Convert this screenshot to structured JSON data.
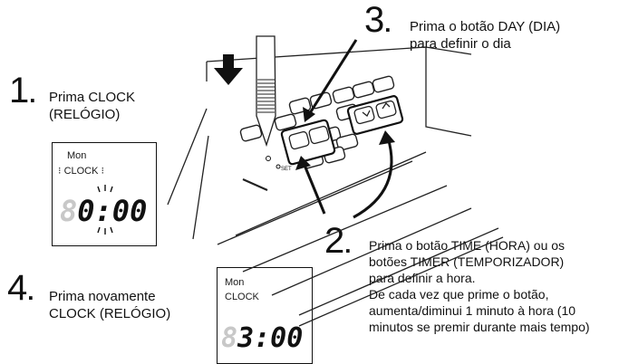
{
  "steps": {
    "step1": {
      "number": "1",
      "dot": ".",
      "text_line1": "Prima CLOCK",
      "text_line2": "(RELÓGIO)"
    },
    "step2": {
      "number": "2",
      "dot": ".",
      "lines": [
        "Prima o botão TIME (HORA) ou os",
        "botões TIMER (TEMPORIZADOR)",
        "para definir a hora.",
        "De cada vez que prime o botão,",
        "aumenta/diminui 1 minuto à hora (10",
        "minutos se premir durante mais tempo)"
      ]
    },
    "step3": {
      "number": "3",
      "dot": ".",
      "text_line1": "Prima o botão DAY (DIA)",
      "text_line2": "para definir o dia"
    },
    "step4": {
      "number": "4",
      "dot": ".",
      "text_line1": "Prima novamente",
      "text_line2": "CLOCK (RELÓGIO)"
    }
  },
  "display1": {
    "day": "Mon",
    "label": "CLOCK",
    "time": "0:00",
    "ghost_digit": "8"
  },
  "display2": {
    "day": "Mon",
    "label": "CLOCK",
    "time": "3:00",
    "ghost_digit": "8"
  },
  "remote": {
    "set_label": "SET"
  }
}
